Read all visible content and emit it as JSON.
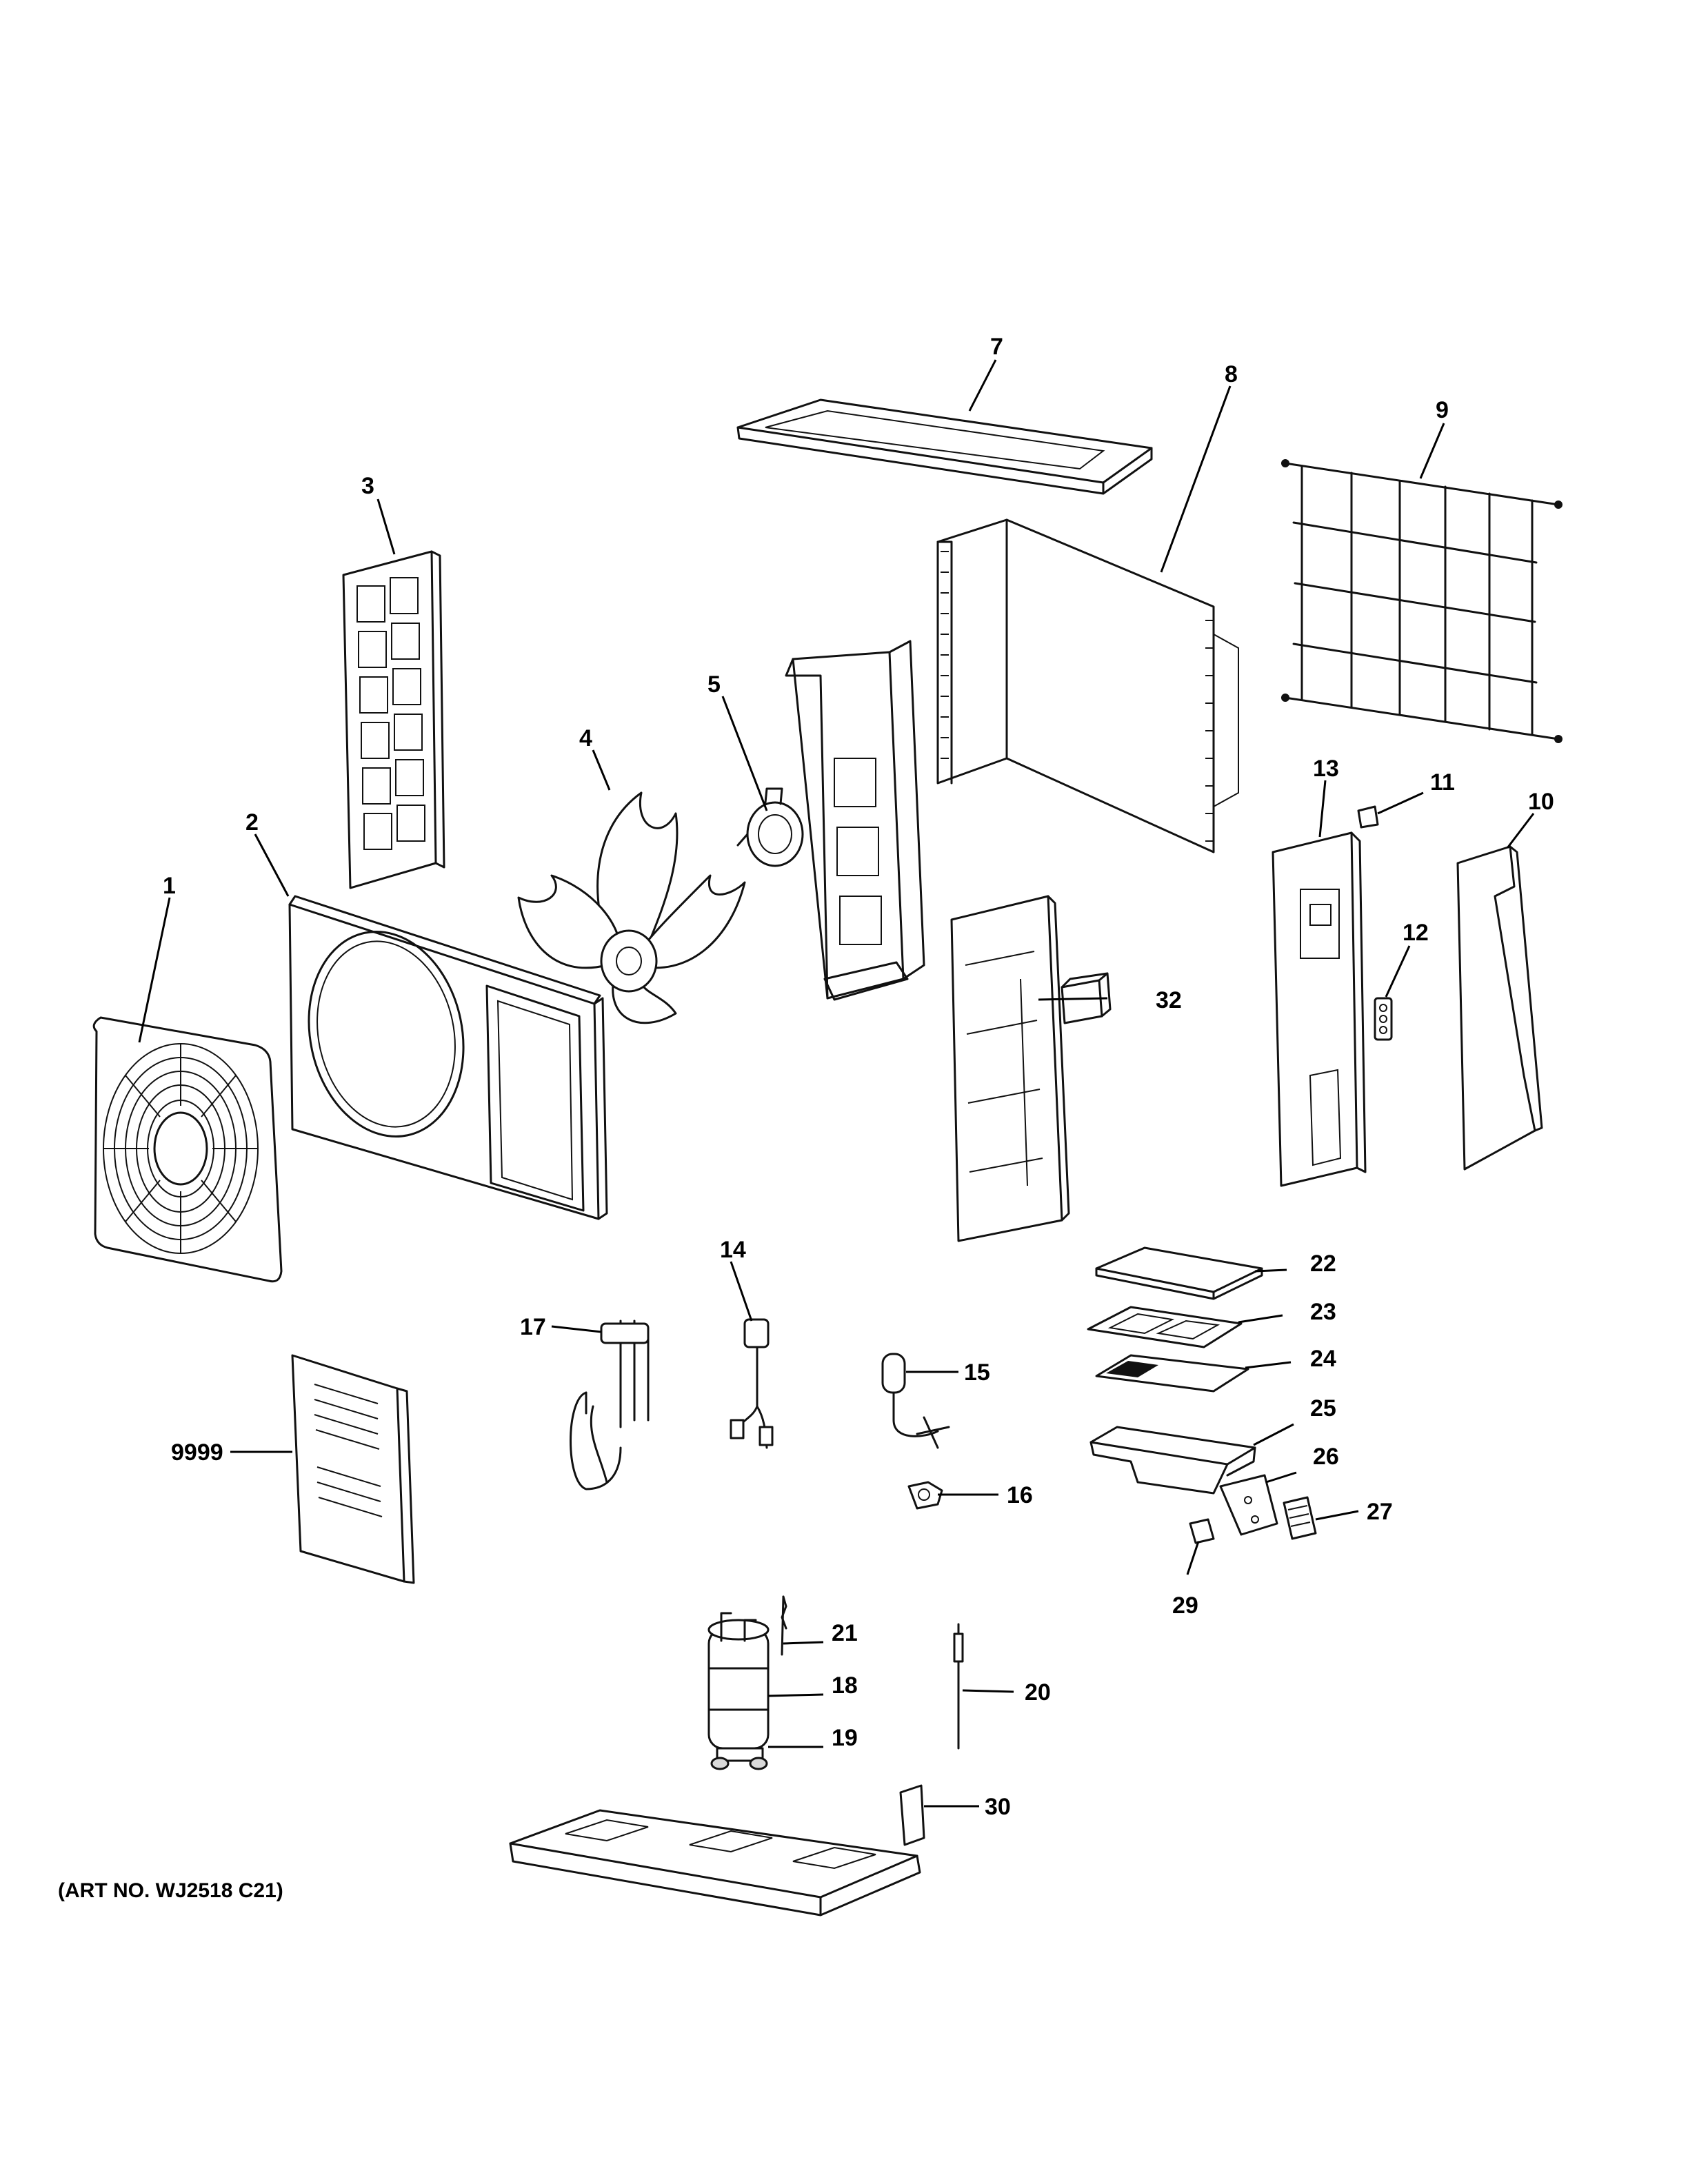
{
  "diagram": {
    "art_number": "(ART NO. WJ2518 C21)",
    "callouts": {
      "c1": "1",
      "c2": "2",
      "c3": "3",
      "c4": "4",
      "c5": "5",
      "c7": "7",
      "c8": "8",
      "c9": "9",
      "c10": "10",
      "c11": "11",
      "c12": "12",
      "c13": "13",
      "c14": "14",
      "c15": "15",
      "c16": "16",
      "c17": "17",
      "c18": "18",
      "c19": "19",
      "c20": "20",
      "c21": "21",
      "c22": "22",
      "c23": "23",
      "c24": "24",
      "c25": "25",
      "c26": "26",
      "c27": "27",
      "c29": "29",
      "c30": "30",
      "c32": "32",
      "c9999": "9999"
    }
  }
}
